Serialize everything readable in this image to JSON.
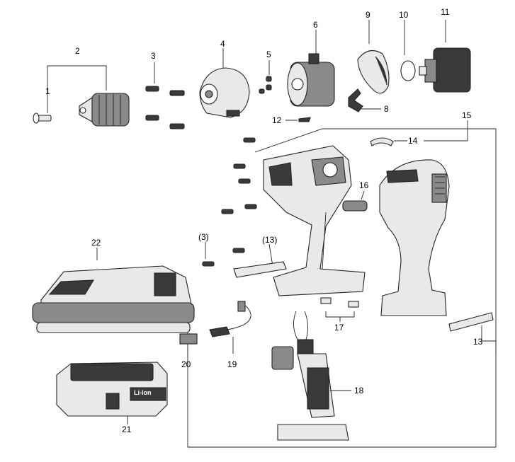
{
  "labels": {
    "p1": "1",
    "p2": "2",
    "p3": "3",
    "p4": "4",
    "p5": "5",
    "p6": "6",
    "p8": "8",
    "p9": "9",
    "p10": "10",
    "p11": "11",
    "p12": "12",
    "p13a": "(13)",
    "p13b": "13",
    "p14": "14",
    "p15": "15",
    "p16": "16",
    "p17": "17",
    "p18": "18",
    "p19": "19",
    "p20": "20",
    "p21": "21",
    "p22": "22",
    "p3b": "(3)"
  },
  "battery_badge": "Li-Ion",
  "colors": {
    "line": "#222222",
    "dark": "#3a3a3a",
    "mid": "#8a8a8a",
    "light": "#e9e9e9"
  }
}
